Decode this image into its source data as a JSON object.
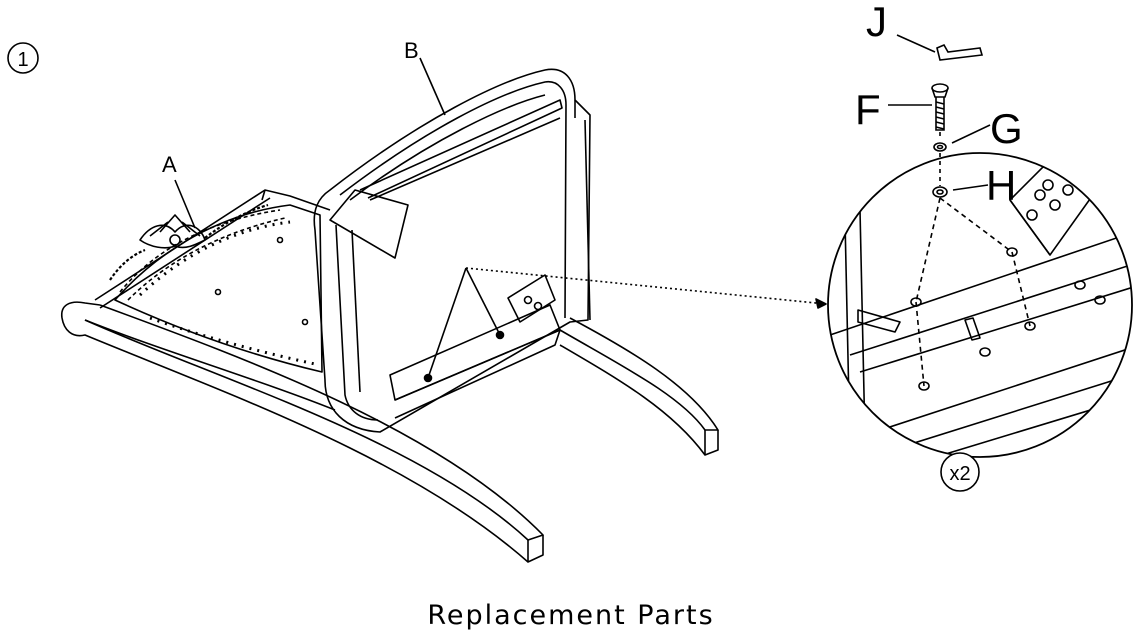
{
  "step_number": "1",
  "labels": {
    "a": "A",
    "b": "B",
    "f": "F",
    "g": "G",
    "h": "H",
    "j": "J"
  },
  "quantity": "x2",
  "caption": "Replacement Parts",
  "colors": {
    "line": "#000000",
    "background": "#ffffff"
  }
}
